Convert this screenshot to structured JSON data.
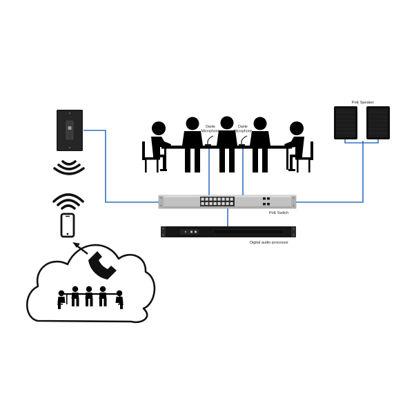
{
  "labels": {
    "dante_mic_left_line1": "Dante",
    "dante_mic_left_line2": "Microphone",
    "dante_mic_right_line1": "Dante",
    "dante_mic_right_line2": "Microphone",
    "poe_speaker": "PoE Speaker",
    "poe_switch": "PoE Switch",
    "dsp": "Digital audio processor"
  },
  "colors": {
    "cable": "#2e6fbf",
    "device_dark": "#161616",
    "switch_body": "#bdbdbd",
    "people": "#000000"
  },
  "icons": [
    "wall-panel-icon",
    "wireless-signal-icon",
    "smartphone-icon",
    "phone-handset-icon",
    "cloud-icon",
    "person-icon",
    "ethernet-port-icon",
    "speaker-icon"
  ]
}
